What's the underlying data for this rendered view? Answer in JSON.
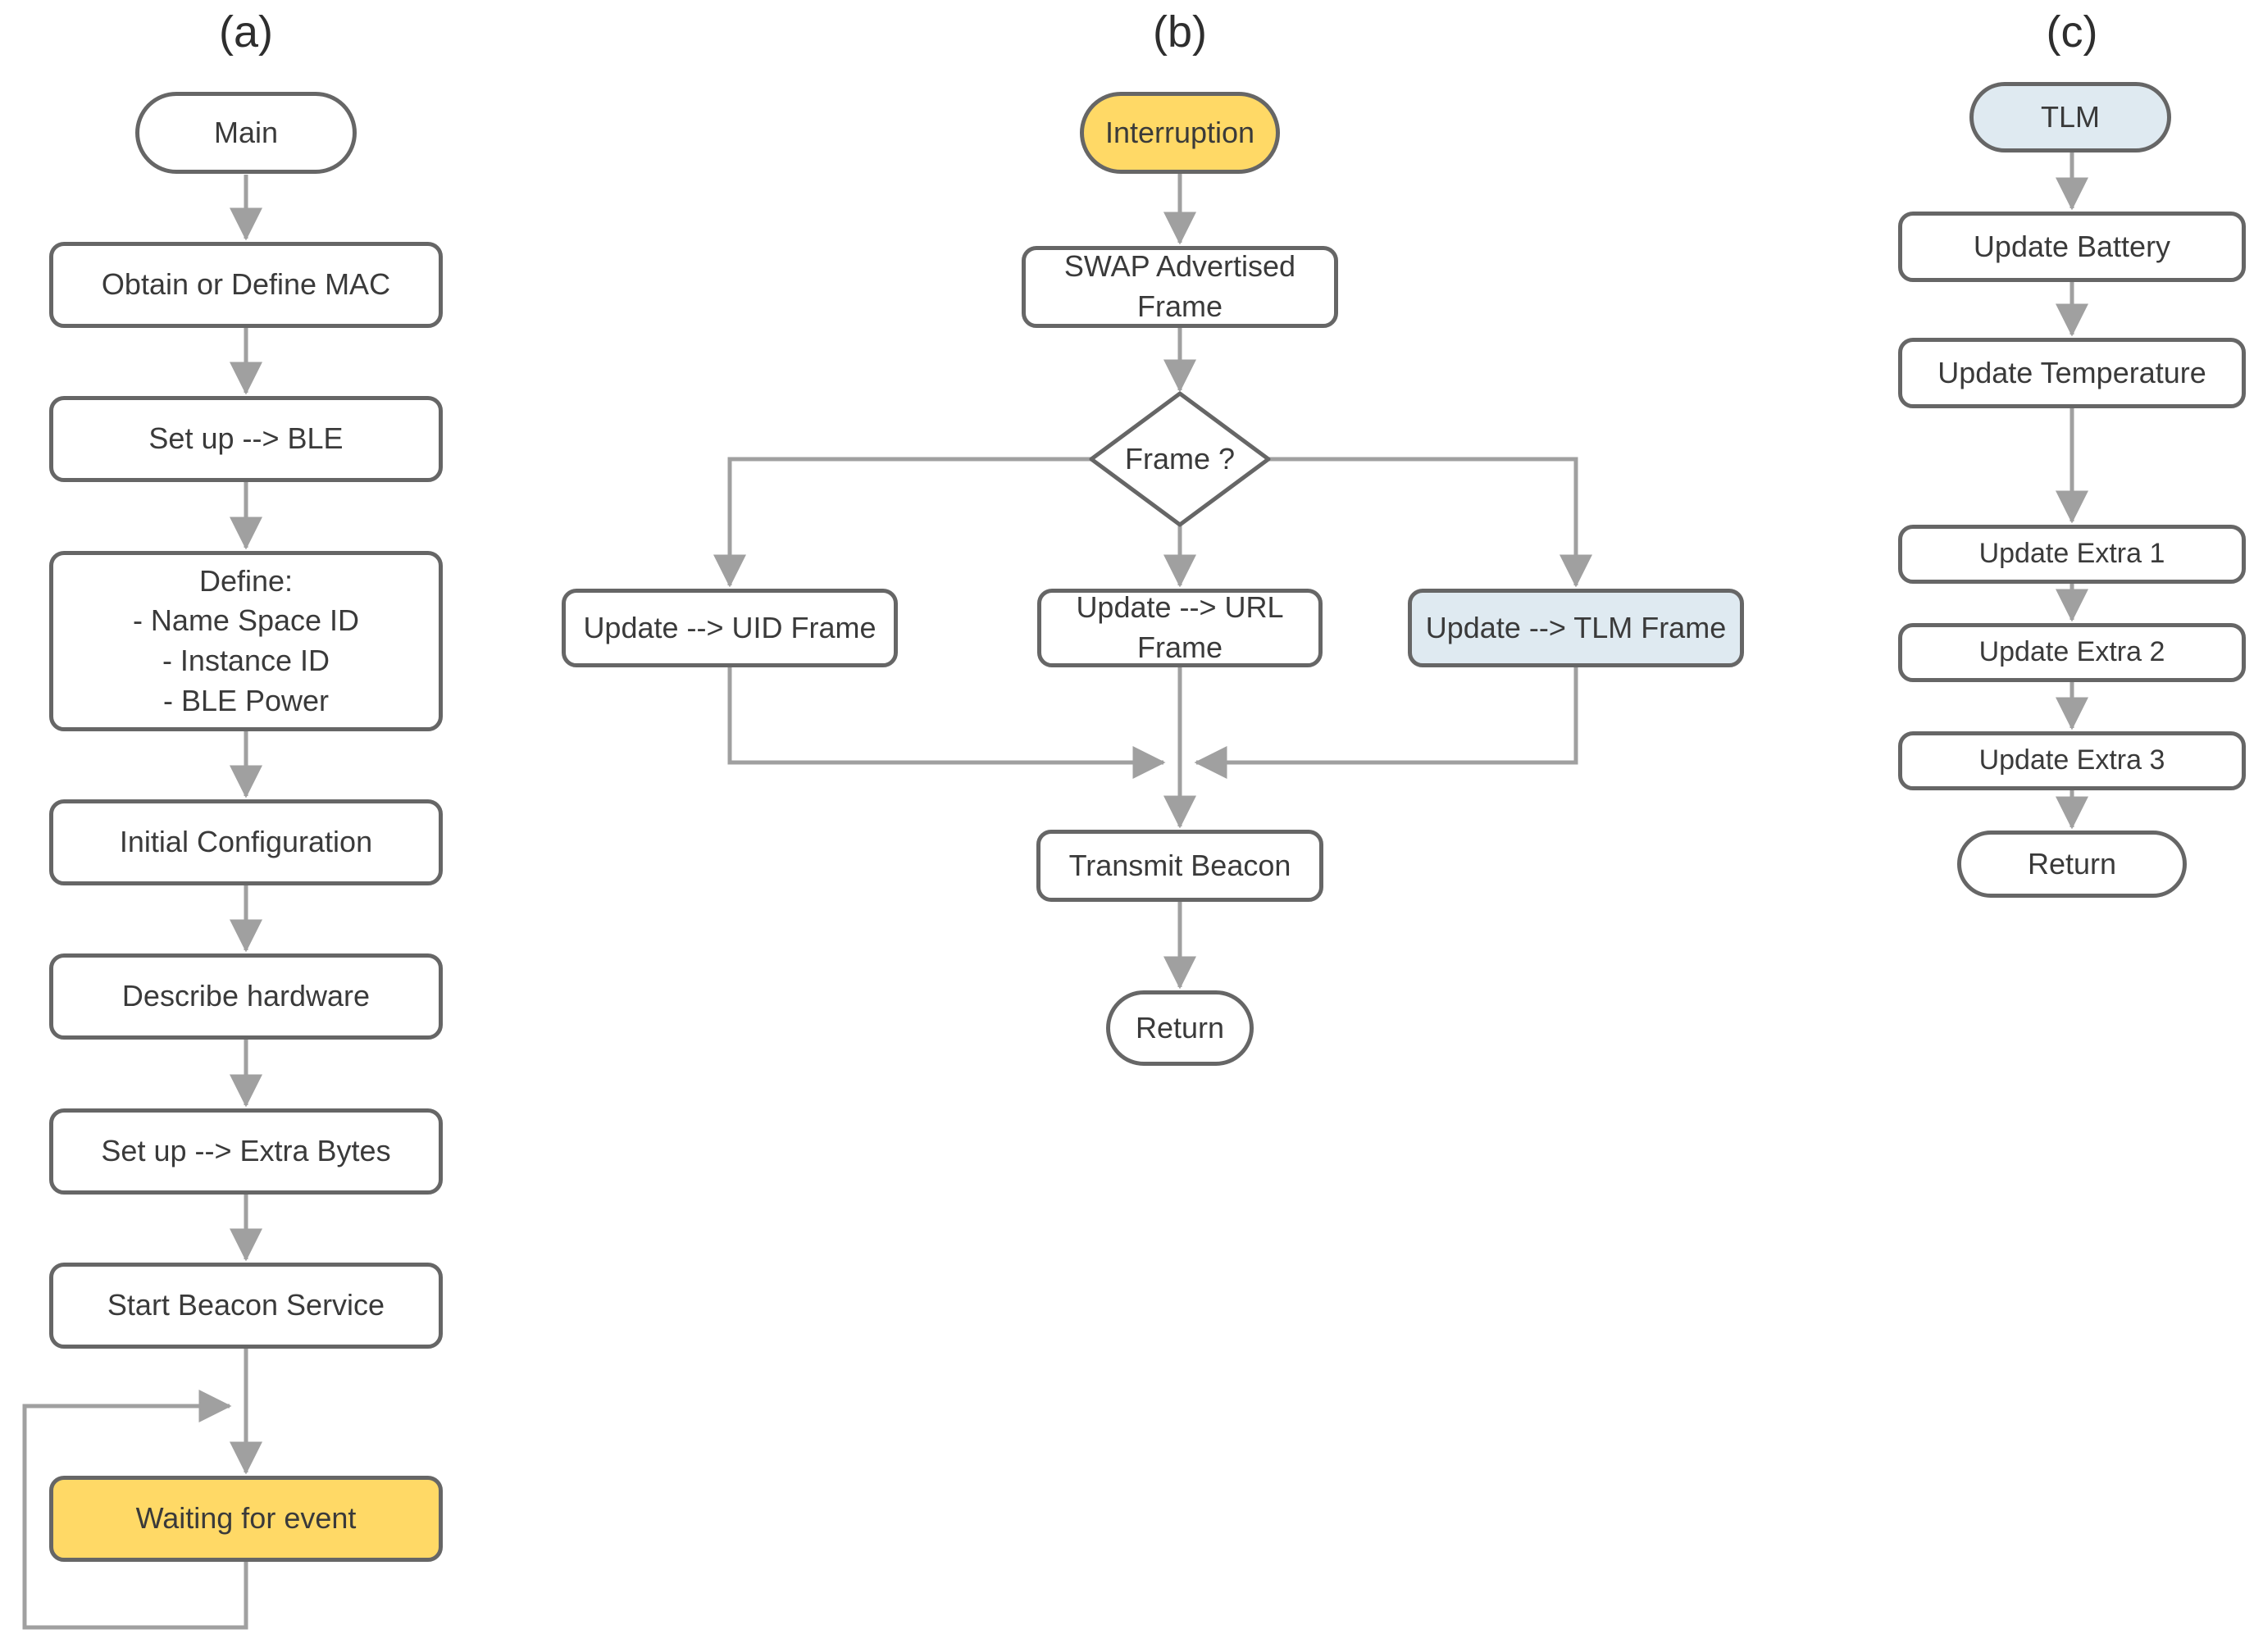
{
  "colors": {
    "yellow": "#ffd966",
    "light_blue": "#dfeaf1",
    "border": "#666666",
    "arrow": "#a0a0a0",
    "text": "#3a3a3a",
    "bg": "#ffffff"
  },
  "flow_a": {
    "title": "(a)",
    "start_label": "Main",
    "steps": [
      "Obtain or Define MAC",
      "Set up --> BLE",
      "Define:\n- Name Space ID\n- Instance ID\n- BLE Power",
      "Initial Configuration",
      "Describe hardware",
      "Set up --> Extra Bytes",
      "Start Beacon Service"
    ],
    "wait_label": "Waiting for event"
  },
  "flow_b": {
    "title": "(b)",
    "start_label": "Interruption",
    "swap_label": "SWAP Advertised Frame",
    "decision_label": "Frame ?",
    "branch_uid": "Update --> UID Frame",
    "branch_url": "Update --> URL Frame",
    "branch_tlm": "Update --> TLM Frame",
    "transmit_label": "Transmit Beacon",
    "return_label": "Return"
  },
  "flow_c": {
    "title": "(c)",
    "start_label": "TLM",
    "steps": [
      "Update Battery",
      "Update Temperature",
      "Update Extra 1",
      "Update Extra 2",
      "Update Extra 3"
    ],
    "return_label": "Return"
  }
}
